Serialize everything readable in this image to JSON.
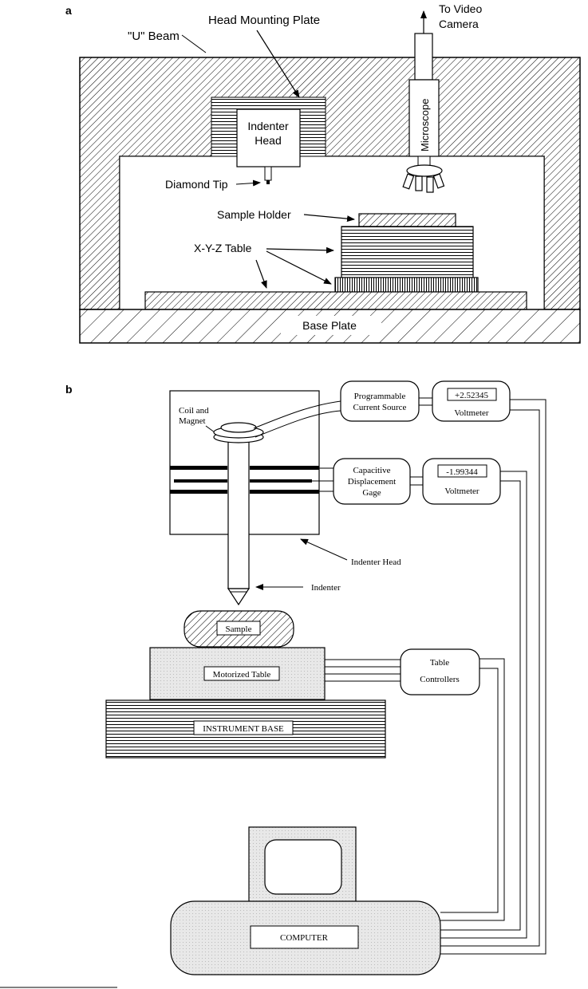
{
  "panel_a": {
    "panel_letter": "a",
    "labels": {
      "u_beam": "\"U\" Beam",
      "head_mounting_plate": "Head Mounting Plate",
      "to_video": "To Video",
      "camera": "Camera",
      "microscope": "Microscope",
      "indenter": "Indenter",
      "head": "Head",
      "diamond_tip": "Diamond Tip",
      "sample_holder": "Sample Holder",
      "xyz_table": "X-Y-Z Table",
      "base_plate": "Base Plate"
    }
  },
  "panel_b": {
    "panel_letter": "b",
    "labels": {
      "coil_and": "Coil and",
      "magnet": "Magnet",
      "programmable": "Programmable",
      "current_source": "Current Source",
      "voltmeter_1_reading": "+2.52345",
      "voltmeter_1": "Voltmeter",
      "capacitive": "Capacitive",
      "displacement": "Displacement",
      "gage": "Gage",
      "voltmeter_2_reading": "-1.99344",
      "voltmeter_2": "Voltmeter",
      "indenter_head": "Indenter Head",
      "indenter": "Indenter",
      "sample": "Sample",
      "motorized_table": "Motorized Table",
      "table": "Table",
      "controllers": "Controllers",
      "instrument_base": "INSTRUMENT BASE",
      "computer": "COMPUTER"
    }
  }
}
